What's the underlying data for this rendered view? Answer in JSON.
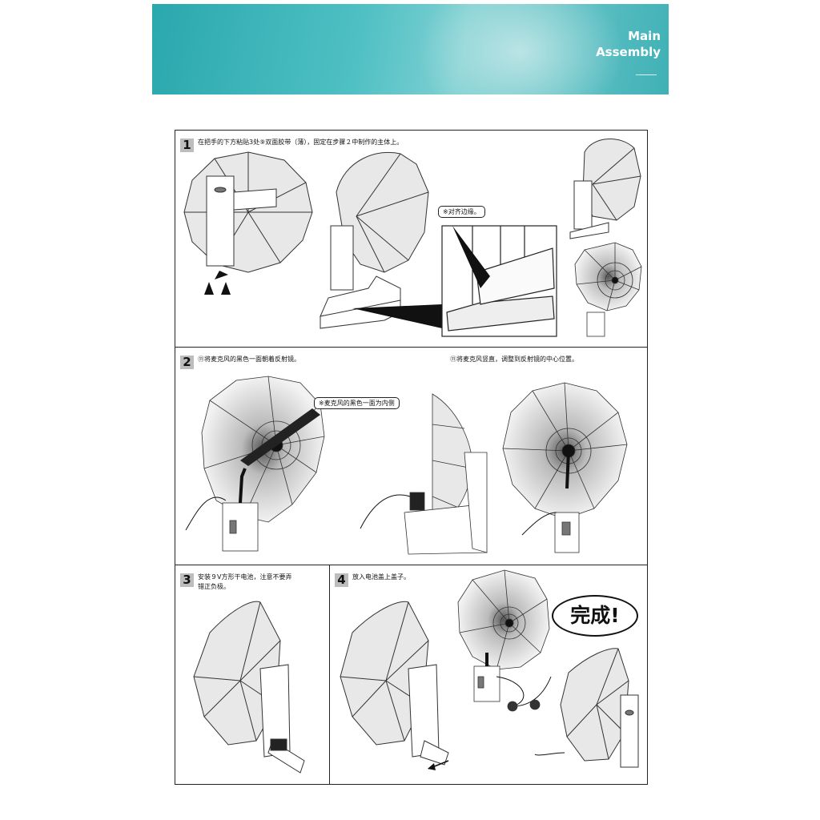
{
  "banner": {
    "line1": "Main",
    "line2": "Assembly"
  },
  "steps": [
    {
      "number": "1",
      "caption": "在把手的下方粘贴3处⑨双面胶带（薄），固定在步骤２中制作的主体上。",
      "note": "※对齐边缘。"
    },
    {
      "number": "2",
      "caption": "⑪将麦克风的黑色一面朝着反射镜。",
      "caption_right": "⑪将麦克风竖直，调整到反射镜的中心位置。",
      "note": "※麦克风的黑色一面为内侧"
    },
    {
      "number": "3",
      "caption_line1": "安装９V方形干电池，注意不要弄",
      "caption_line2": "错正负极。"
    },
    {
      "number": "4",
      "caption": "放入电池盖上盖子。",
      "done": "完成!"
    }
  ],
  "colors": {
    "banner": "#3fb1b6",
    "dish_fill": "#e6e6e6",
    "line": "#222222"
  }
}
